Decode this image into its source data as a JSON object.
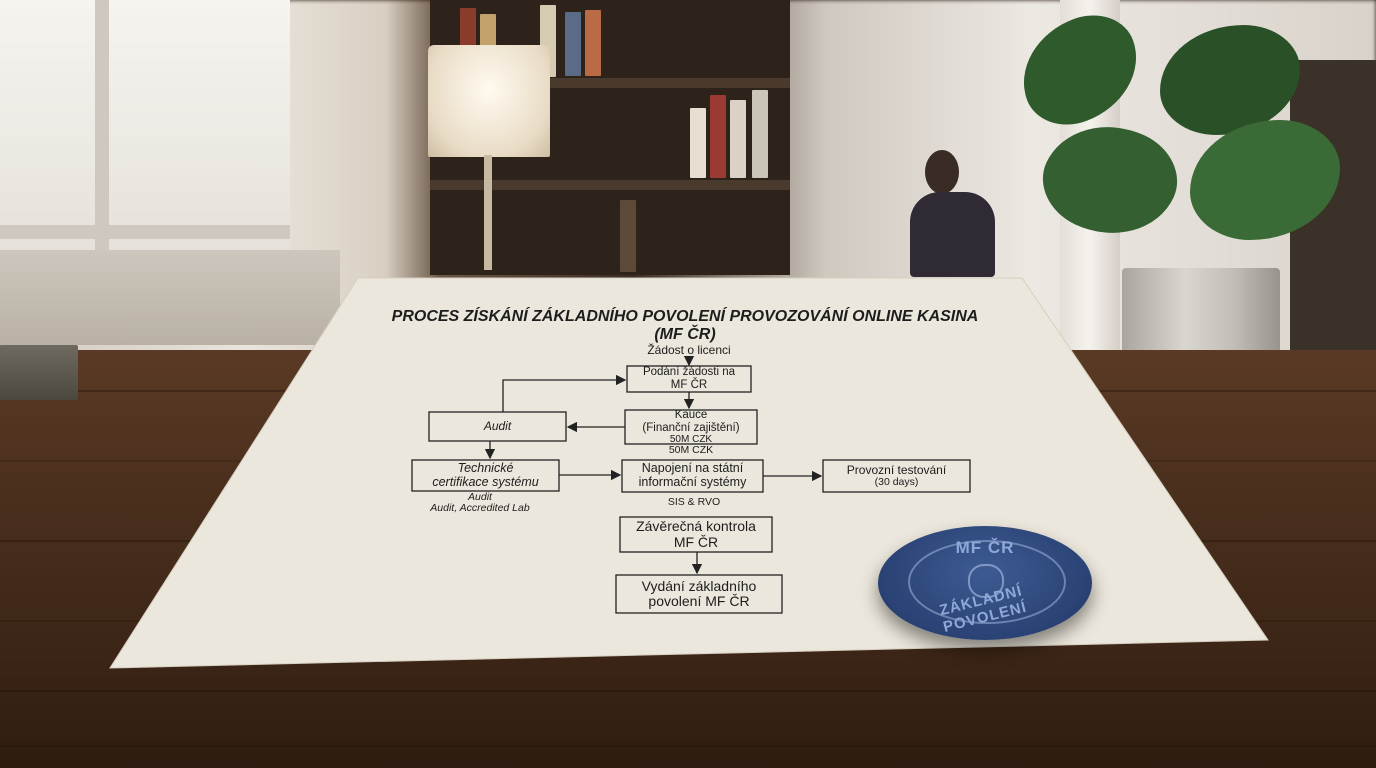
{
  "diagram": {
    "title": "PROCES ZÍSKÁNÍ ZÁKLADNÍHO POVOLENÍ PROVOZOVÁNÍ ONLINE KASINA (MF ČR)",
    "start_label": "Žádost o licenci",
    "nodes": {
      "podani": "Podání žádosti na MF ČR",
      "kauce_line1": "Kauce",
      "kauce_line2": "(Finanční zajištění)",
      "kauce_line3": "50M CZK",
      "kauce_under": "50M CZK",
      "audit": "Audit",
      "technicke_line1": "Technické",
      "technicke_line2": "certifikace systému",
      "technicke_sub1": "Audit",
      "technicke_sub2": "Audit, Accredited Lab",
      "napojeni_line1": "Napojení na státní",
      "napojeni_line2": "informační systémy",
      "napojeni_sub": "SIS & RVO",
      "provozni_line1": "Provozní testování",
      "provozni_line2": "(30 days)",
      "zaverecna_line1": "Závěrečná kontrola",
      "zaverecna_line2": "MF ČR",
      "vydani_line1": "Vydání základního",
      "vydani_line2": "povolení MF ČR"
    }
  },
  "chip": {
    "top_text": "MF ČR",
    "bottom_text": "ZÁKLADNÍ POVOLENÍ",
    "color": "#2a4274"
  }
}
